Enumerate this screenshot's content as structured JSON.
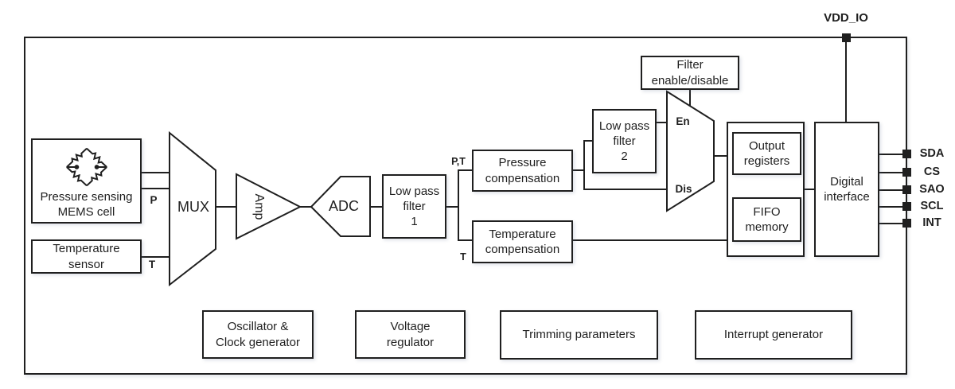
{
  "power_pin": {
    "label": "VDD_IO"
  },
  "blocks": {
    "mems_cell": "Pressure sensing\nMEMS cell",
    "temp_sensor": "Temperature\nsensor",
    "mux": "MUX",
    "amp": "Amp",
    "adc": "ADC",
    "lpf1": "Low pass\nfilter\n1",
    "pressure_comp": "Pressure\ncompensation",
    "temp_comp": "Temperature\ncompensation",
    "lpf2": "Low pass\nfilter\n2",
    "filter_enable": "Filter\nenable/disable",
    "output_registers": "Output\nregisters",
    "fifo_memory": "FIFO\nmemory",
    "digital_interface": "Digital\ninterface"
  },
  "signal_labels": {
    "p": "P",
    "t": "T",
    "pt_branch": "P,T",
    "t_branch": "T",
    "enable": "En",
    "disable": "Dis"
  },
  "pins": [
    {
      "label": "SDA"
    },
    {
      "label": "CS"
    },
    {
      "label": "SAO"
    },
    {
      "label": "SCL"
    },
    {
      "label": "INT"
    }
  ],
  "bottom_blocks": [
    {
      "label": "Oscillator &\nClock generator"
    },
    {
      "label": "Voltage\nregulator"
    },
    {
      "label": "Trimming parameters"
    },
    {
      "label": "Interrupt generator"
    }
  ],
  "colors": {
    "ink": "#1f1f1f",
    "background": "#ffffff"
  }
}
